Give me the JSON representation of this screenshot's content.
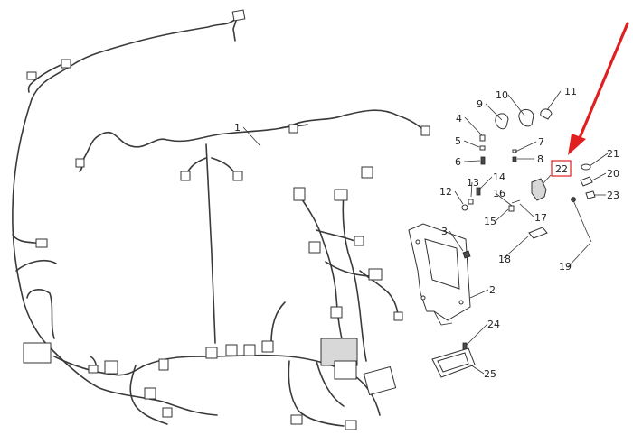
{
  "diagram": {
    "callouts": [
      "1",
      "2",
      "3",
      "4",
      "5",
      "6",
      "7",
      "8",
      "9",
      "10",
      "11",
      "12",
      "13",
      "14",
      "15",
      "16",
      "17",
      "18",
      "19",
      "20",
      "21",
      "22",
      "23",
      "24",
      "25"
    ],
    "highlighted_callout": "22",
    "colors": {
      "highlight": "#e02020",
      "lines": "#333333",
      "background": "#ffffff"
    }
  }
}
